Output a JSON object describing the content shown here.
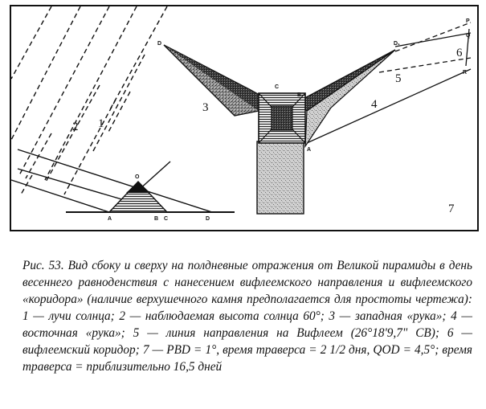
{
  "figure": {
    "labels": {
      "rays_sun": "1",
      "observed_height": "2",
      "west_arm": "3",
      "east_arm": "4",
      "bethlehem_line": "5",
      "corridor": "6",
      "traverse": "7"
    },
    "points": {
      "A": "A",
      "B": "B",
      "C": "C",
      "D": "D",
      "O": "O",
      "D1": "D₁",
      "P": "P",
      "Q": "Q",
      "R": "R"
    }
  },
  "caption": {
    "text": "Рис. 53. Вид сбоку и сверху на полдневные отражения от Великой пирамиды в день весеннего равноденствия с нанесением вифлеемского направления и вифлеемского «коридора» (наличие верхушечного камня предполагается для простоты чертежа): 1 — лучи солнца; 2 — наблюдаемая высота солнца 60°; 3 — западная «рука»; 4 — восточная «рука»; 5 — линия направления на Вифлеем (26°18'9,7\" СВ); 6 — вифлеемский коридор; 7 — PBD = 1°, время траверса = 2 1/2 дня, QOD = 4,5°; время траверса = приблизительно 16,5 дней"
  }
}
